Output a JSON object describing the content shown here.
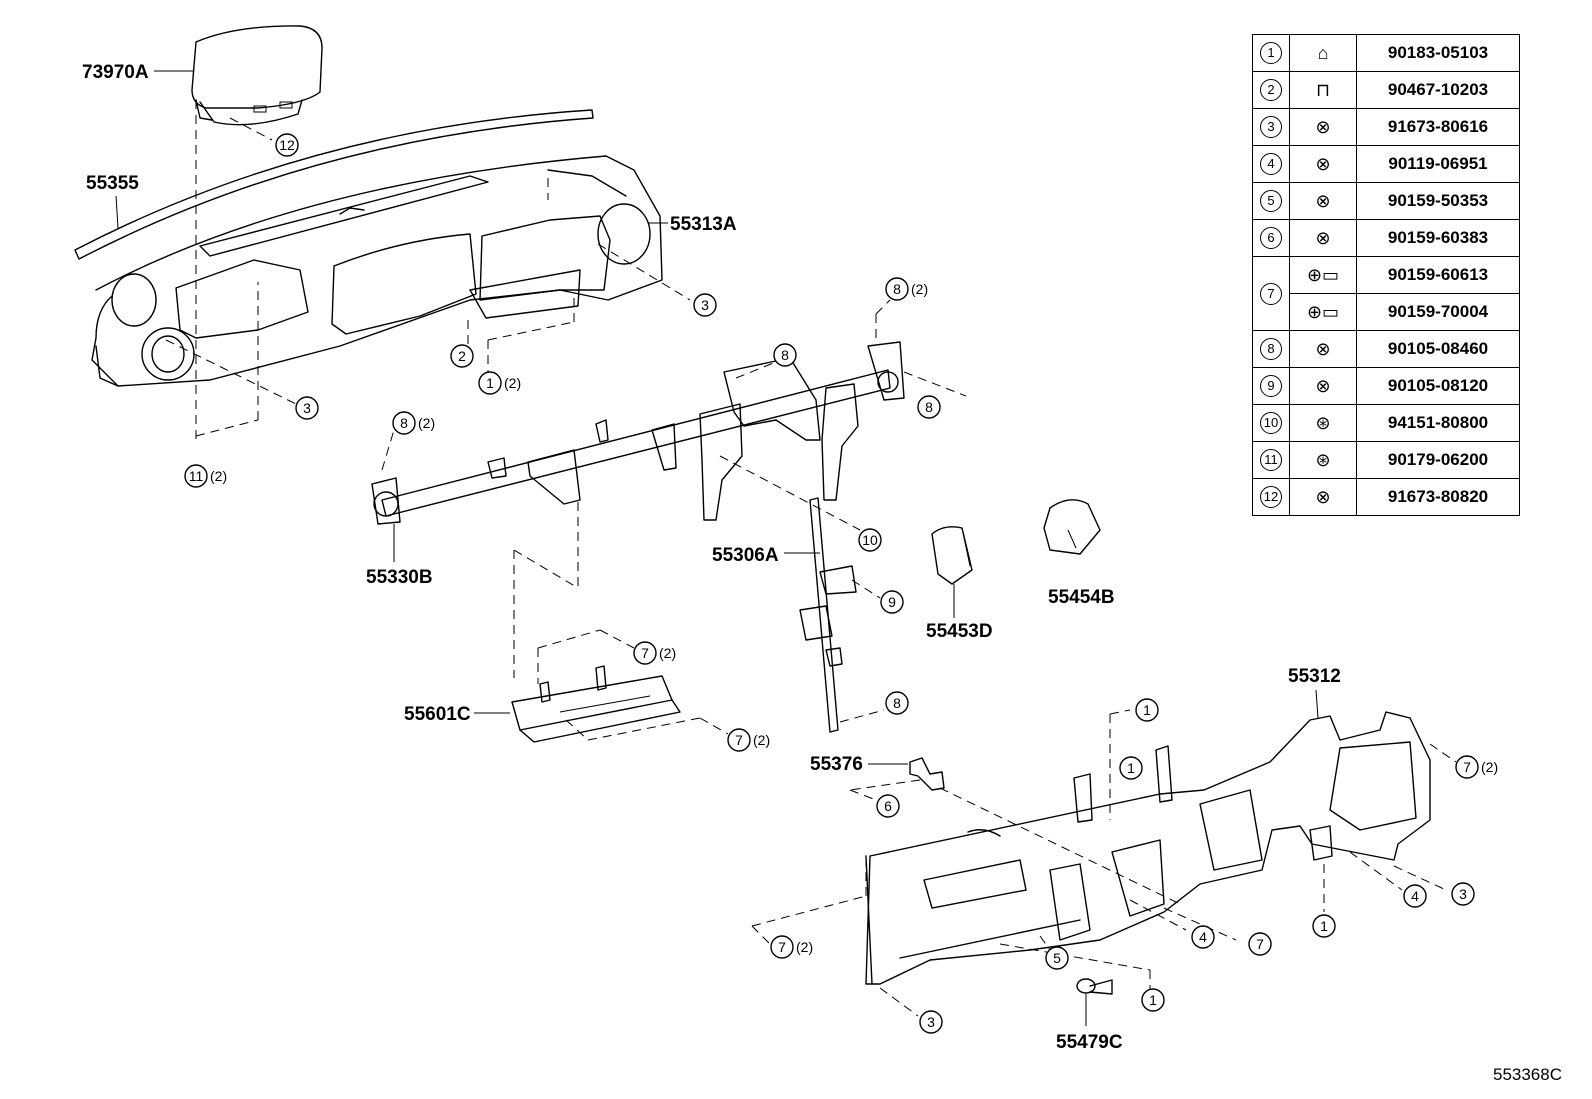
{
  "diagram": {
    "code": "553368C",
    "parts": [
      {
        "id": "p73970A",
        "number": "73970A"
      },
      {
        "id": "p55355",
        "number": "55355"
      },
      {
        "id": "p55313A",
        "number": "55313A"
      },
      {
        "id": "p55330B",
        "number": "55330B"
      },
      {
        "id": "p55306A",
        "number": "55306A"
      },
      {
        "id": "p55453D",
        "number": "55453D"
      },
      {
        "id": "p55454B",
        "number": "55454B"
      },
      {
        "id": "p55601C",
        "number": "55601C"
      },
      {
        "id": "p55376",
        "number": "55376"
      },
      {
        "id": "p55312",
        "number": "55312"
      },
      {
        "id": "p55479C",
        "number": "55479C"
      }
    ],
    "quantity_marker": "(2)",
    "fastener_table": [
      {
        "ref": "1",
        "icon": "clip-nut-icon",
        "numbers": [
          "90183-05103"
        ]
      },
      {
        "ref": "2",
        "icon": "clip-icon",
        "numbers": [
          "90467-10203"
        ]
      },
      {
        "ref": "3",
        "icon": "screw-icon",
        "numbers": [
          "91673-80616"
        ]
      },
      {
        "ref": "4",
        "icon": "bolt-icon",
        "numbers": [
          "90119-06951"
        ]
      },
      {
        "ref": "5",
        "icon": "bolt-icon",
        "numbers": [
          "90159-50353"
        ]
      },
      {
        "ref": "6",
        "icon": "bolt-icon",
        "numbers": [
          "90159-60383"
        ]
      },
      {
        "ref": "7",
        "icon": "long-screw-icon",
        "numbers": [
          "90159-60613",
          "90159-70004"
        ]
      },
      {
        "ref": "8",
        "icon": "bolt-icon",
        "numbers": [
          "90105-08460"
        ]
      },
      {
        "ref": "9",
        "icon": "bolt-icon",
        "numbers": [
          "90105-08120"
        ]
      },
      {
        "ref": "10",
        "icon": "nut-icon",
        "numbers": [
          "94151-80800"
        ]
      },
      {
        "ref": "11",
        "icon": "nut-icon",
        "numbers": [
          "90179-06200"
        ]
      },
      {
        "ref": "12",
        "icon": "screw-icon",
        "numbers": [
          "91673-80820"
        ]
      }
    ]
  }
}
